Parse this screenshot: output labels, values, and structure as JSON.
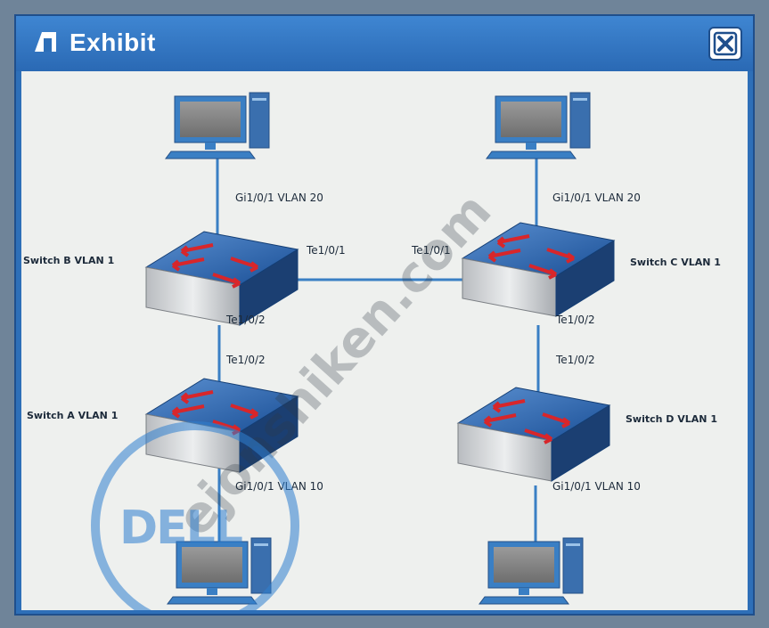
{
  "window": {
    "title": "Exhibit",
    "close_icon": "close-icon",
    "title_icon": "exhibit-icon"
  },
  "diagram": {
    "switches": [
      {
        "id": "switch-b",
        "label": "Switch B VLAN 1"
      },
      {
        "id": "switch-c",
        "label": "Switch C VLAN 1"
      },
      {
        "id": "switch-a",
        "label": "Switch A VLAN 1"
      },
      {
        "id": "switch-d",
        "label": "Switch D VLAN 1"
      }
    ],
    "ports": {
      "pc_top_left": "Gi1/0/1 VLAN 20",
      "pc_top_right": "Gi1/0/1 VLAN 20",
      "b_to_c_left": "Te1/0/1",
      "b_to_c_right": "Te1/0/1",
      "b_down": "Te1/0/2",
      "a_up": "Te1/0/2",
      "c_down": "Te1/0/2",
      "d_up": "Te1/0/2",
      "pc_bottom_left": "Gi1/0/1 VLAN 10",
      "pc_bottom_right": "Gi1/0/1 VLAN 10"
    }
  },
  "watermark": {
    "site": "ejonshiken.com",
    "logo": "DELL"
  },
  "colors": {
    "link": "#3a7fc4",
    "switch_top": "#1f5fa6",
    "arrow": "#d8262a",
    "window": "#2e6fb8"
  }
}
